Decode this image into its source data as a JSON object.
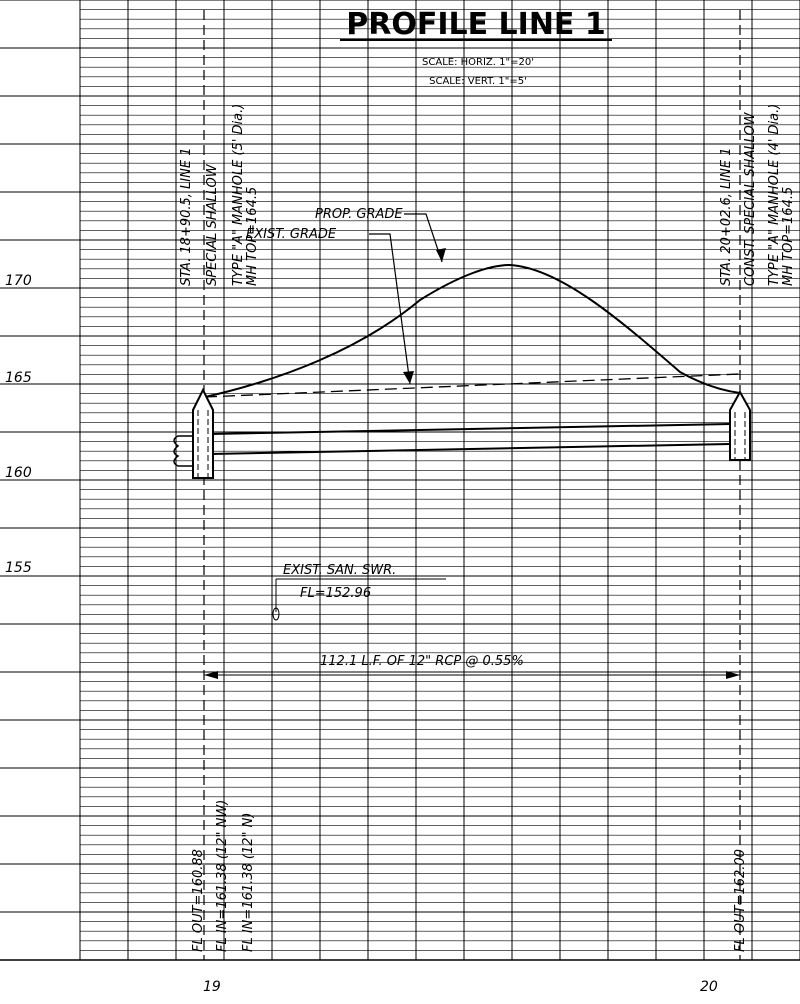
{
  "title": "PROFILE LINE 1",
  "scale_horiz": "SCALE:  HORIZ. 1\"=20'",
  "scale_vert": "SCALE:  VERT. 1\"=5'",
  "elevation_labels": [
    "170",
    "165",
    "160",
    "155"
  ],
  "station_labels": [
    "19",
    "20"
  ],
  "mh1_notes": [
    "STA. 18+90.5, LINE 1",
    "SPECIAL SHALLOW",
    "TYPE \"A\" MANHOLE (5' Dia.)",
    "MH TOP=164.5"
  ],
  "mh2_notes": [
    "STA. 20+02.6, LINE 1",
    "CONST. SPECIAL SHALLOW",
    "TYPE \"A\" MANHOLE (4' Dia.)",
    "MH TOP=164.5"
  ],
  "prop_grade": "PROP. GRADE",
  "exist_grade": "EXIST. GRADE",
  "exist_san_swr": "EXIST. SAN. SWR.",
  "exist_san_fl": "FL=152.96",
  "pipe_note": "112.1 L.F. OF 12\" RCP @ 0.55%",
  "fl_left": [
    "FL  OUT=160.88",
    "FL  IN=161.38  (12\" NW)",
    "FL  IN=161.38  (12\" N)"
  ],
  "fl_right": "FL  OUT=162.00"
}
